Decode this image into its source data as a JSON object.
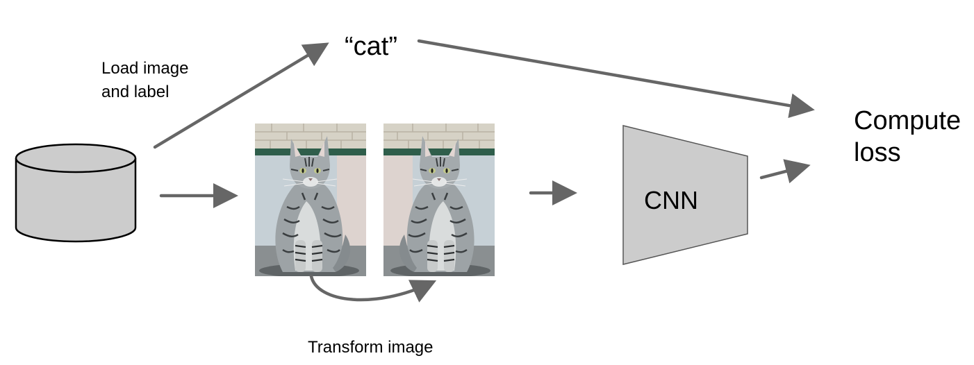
{
  "labels": {
    "load": [
      "Load image",
      "and label"
    ],
    "cat": "“cat”",
    "compute": [
      "Compute",
      "loss"
    ],
    "cnn": "CNN",
    "transform": "Transform image"
  },
  "colors": {
    "arrow": "#666666",
    "shape_fill": "#cccccc",
    "shape_stroke": "#000000",
    "cnn_stroke": "#555555"
  },
  "icons": {
    "database": "database-cylinder-icon",
    "cat_image": "cat-photo",
    "cat_image_flipped": "cat-photo-flipped"
  }
}
